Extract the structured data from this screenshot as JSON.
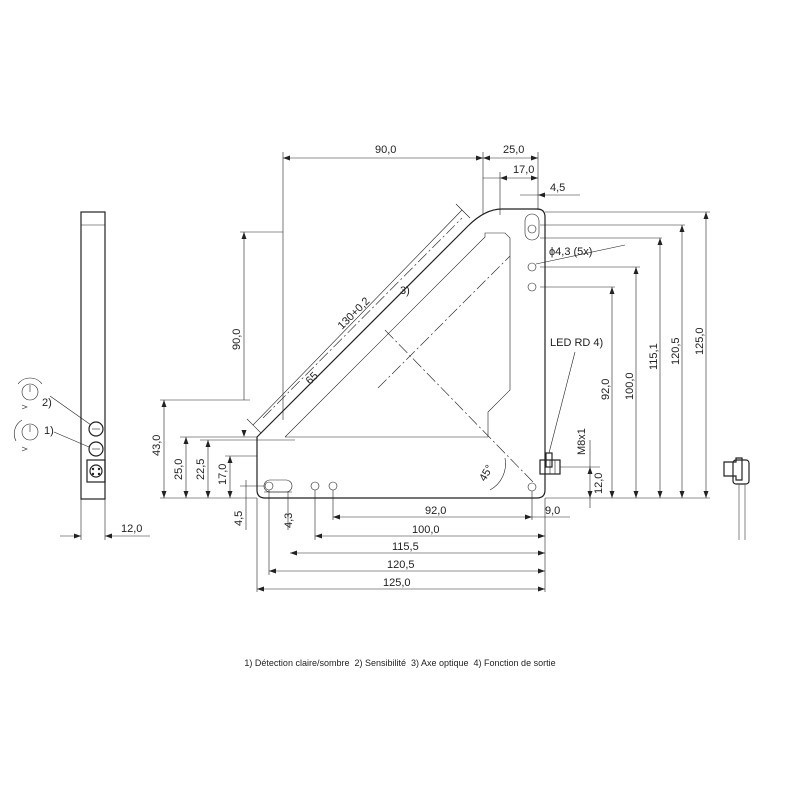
{
  "labels": {
    "dim_90_top": "90,0",
    "dim_25_top": "25,0",
    "dim_17_top": "17,0",
    "dim_4_5_top": "4,5",
    "dim_hole": "ϕ4,3  (5x)",
    "dim_90_left": "90,0",
    "dim_130": "130+0,2",
    "dim_65": "65",
    "note_3": "3)",
    "led": "LED RD 4)",
    "thread": "M8x1",
    "dim_43": "43,0",
    "dim_25_left": "25,0",
    "dim_22_5": "22,5",
    "dim_17_left": "17,0",
    "dim_4_5_bottom": "4,5",
    "dim_4_3": "4,3",
    "angle": "45°",
    "dim_12_right": "12,0",
    "dim_9": "9,0",
    "dim_92_h": "92,0",
    "dim_100_h": "100,0",
    "dim_115_5": "115,5",
    "dim_120_5_h": "120,5",
    "dim_125_h": "125,0",
    "dim_92_v": "92,0",
    "dim_100_v": "100,0",
    "dim_115_1": "115,1",
    "dim_120_5_v": "120,5",
    "dim_125_v": "125,0",
    "dim_12_side": "12,0",
    "knob_2": "2)",
    "knob_1": "1)"
  },
  "legend": "1) Détection claire/sombre  2) Sensibilité  3) Axe optique  4) Fonction de sortie"
}
